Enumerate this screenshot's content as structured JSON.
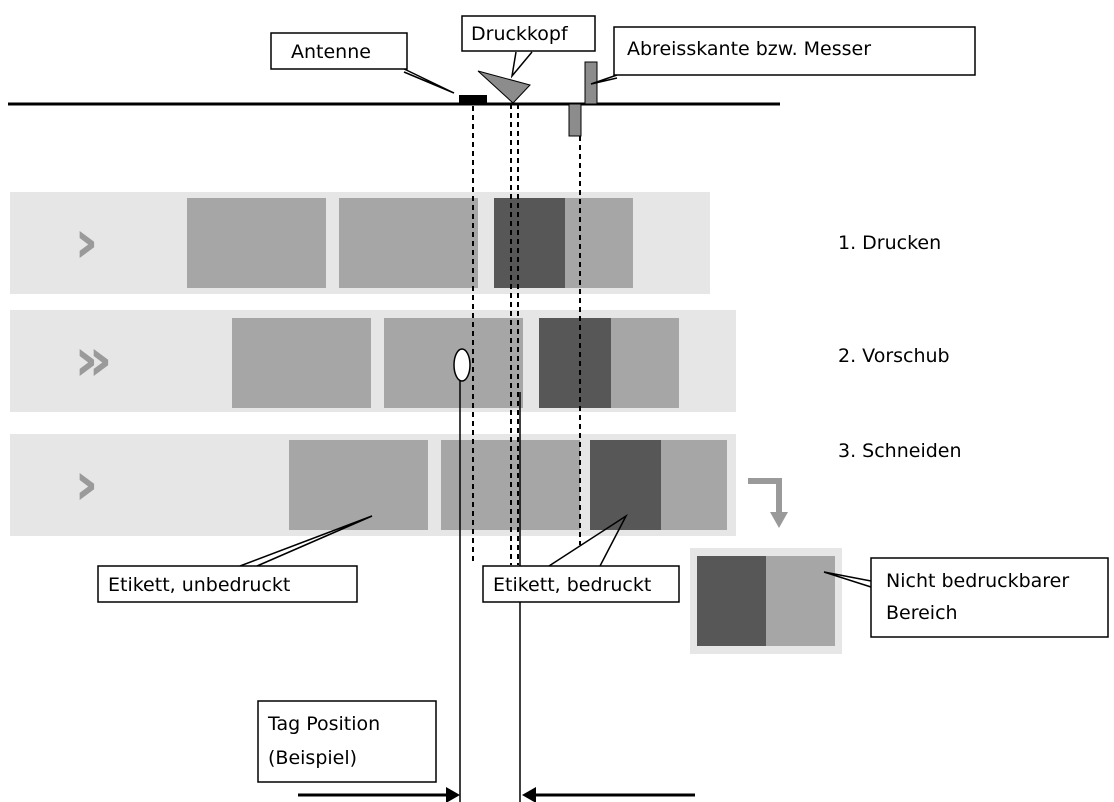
{
  "callouts": {
    "antenna": "Antenne",
    "printhead": "Druckkopf",
    "tear_edge": "Abreisskante bzw. Messer",
    "label_unprinted": "Etikett, unbedruckt",
    "label_printed": "Etikett, bedruckt",
    "non_printable_line1": "Nicht bedruckbarer",
    "non_printable_line2": "Bereich",
    "tag_position_line1": "Tag Position",
    "tag_position_line2": "(Beispiel)"
  },
  "steps": [
    {
      "label": "1. Drucken",
      "arrow": "›"
    },
    {
      "label": "2. Vorschub",
      "arrow": "»"
    },
    {
      "label": "3. Schneiden",
      "arrow": "›"
    }
  ],
  "colors": {
    "band": "#e6e6e6",
    "label_light": "#a6a6a6",
    "label_dark": "#575757",
    "component": "#8c8c8c",
    "arrow": "#9a9a9a",
    "line": "#000000"
  }
}
